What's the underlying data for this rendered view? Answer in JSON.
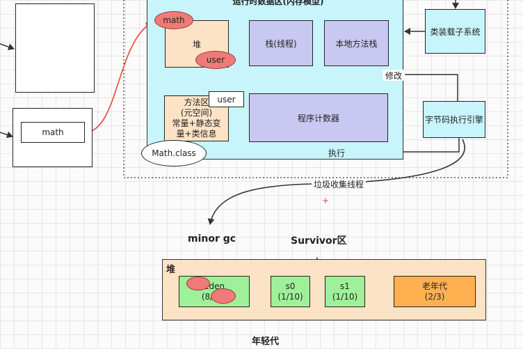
{
  "runtime": {
    "title": "运行时数据区(内存模型)",
    "heap": "堆",
    "stack": "栈(线程)",
    "native_stack": "本地方法栈",
    "pc": "程序计数器",
    "method_area": "方法区\n(元空间)\n常量+静态变\n量+类信息",
    "user_label": "user"
  },
  "left": {
    "math_label": "math"
  },
  "heap_objects": {
    "math": "math",
    "user": "user"
  },
  "class_loader": "类装载子系统",
  "exec_engine": "字节码执行引擎",
  "math_class": "Math.class",
  "arrow_labels": {
    "modify": "修改",
    "execute": "执行",
    "gc_thread": "垃圾收集线程"
  },
  "bottom": {
    "minor_gc": "minor gc",
    "survivor_label": "Survivor区",
    "heap_title": "堆",
    "eden_line1": "Eden",
    "eden_line2": "(8/10)",
    "s0_line1": "s0",
    "s0_line2": "(1/10)",
    "s1_line1": "s1",
    "s1_line2": "(1/10)",
    "old_line1": "老年代",
    "old_line2": "(2/3)",
    "young_label": "年轻代"
  },
  "colors": {
    "cyan_fill": "#c8f5fb",
    "peach_fill": "#fde3c6",
    "lavender_fill": "#c9c8f2",
    "green_fill": "#9ff09a",
    "orange_fill": "#ffb152",
    "red_ellipse": "#f07a78",
    "red_arrow": "#e8443c"
  }
}
